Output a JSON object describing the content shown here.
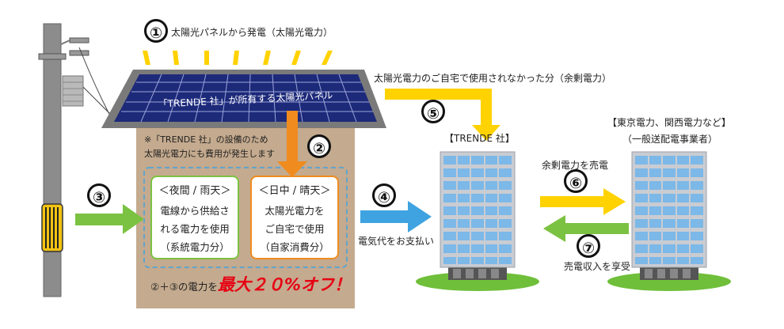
{
  "steps": {
    "s1": "①",
    "s2": "②",
    "s3": "③",
    "s4": "④",
    "s5": "⑤",
    "s6": "⑥",
    "s7": "⑦"
  },
  "labels": {
    "generation": "太陽光パネルから発電（太陽光電力）",
    "panel_caption": "「TRENDE 社」が所有する太陽光パネル",
    "surplus": "太陽光電力のご自宅で使用されなかった分（余剰電力）",
    "trende_company": "【TRENDE 社】",
    "utility_line1": "【東京電力、関西電力など】",
    "utility_line2": "（一般送配電事業者）",
    "sell_surplus": "余剰電力を売電",
    "revenue": "売電収入を享受",
    "pay_bill": "電気代をお支払い",
    "note_line1": "※「TRENDE 社」の設備のため",
    "note_line2": "太陽光電力にも費用が発生します",
    "discount_prefix": "②＋③の電力を",
    "discount_highlight": "最大２０%オフ！"
  },
  "box_night": {
    "header": "＜夜間 / 雨天＞",
    "line1": "電線から供給さ",
    "line2": "れる電力を使用",
    "line3": "（系統電力分）"
  },
  "box_day": {
    "header": "＜日中 / 晴天＞",
    "line1": "太陽光電力を",
    "line2": "ご自宅で使用",
    "line3": "（自家消費分）"
  },
  "colors": {
    "panel": "#1d2a7a",
    "house": "#c4aa8e",
    "orange": "#f08b1f",
    "green": "#7cc242",
    "blue": "#3ea3e0",
    "yellow": "#ffd200",
    "red": "#e60012",
    "pole": "#8c8c8c",
    "building_window": "#7cb8e8",
    "grass": "#6fbf3a"
  }
}
